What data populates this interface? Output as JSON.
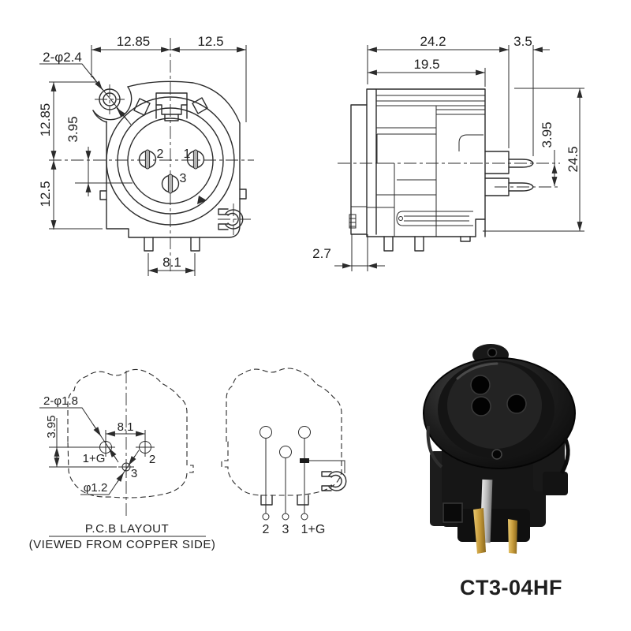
{
  "part_number": "CT3-04HF",
  "colors": {
    "line": "#2b2b2b",
    "background": "#ffffff",
    "photo_body": "#1e1e1e",
    "photo_pin_gold": "#c79b3b",
    "photo_pin_silver": "#c0c0c0"
  },
  "front_view": {
    "dims": {
      "top_left": "12.85",
      "top_right": "12.5",
      "left_upper": "12.85",
      "left_lower": "12.5",
      "pin3_offset": "3.95",
      "pin_spacing": "8.1",
      "mount_hole_callout": "2-φ2.4"
    },
    "pins": {
      "pin1": "1",
      "pin2": "2",
      "pin3": "3"
    }
  },
  "side_view": {
    "dims": {
      "overall_width": "24.2",
      "pin_protrusion": "3.5",
      "body_depth": "19.5",
      "pin_gap": "3.95",
      "overall_height": "24.5",
      "flange_thickness": "2.7"
    }
  },
  "pcb_layout": {
    "dims": {
      "mount_holes_callout": "2-φ1.8",
      "row_offset": "3.95",
      "pad_spacing": "8.1",
      "pin3_hole_callout": "φ1.2"
    },
    "pads": {
      "pad1": "1+G",
      "pad2": "2",
      "pad3": "3"
    },
    "caption_line1": "P.C.B LAYOUT",
    "caption_line2": "(VIEWED FROM COPPER SIDE)"
  },
  "copper_view": {
    "terminals": {
      "t2": "2",
      "t3": "3",
      "t1g": "1+G"
    }
  }
}
